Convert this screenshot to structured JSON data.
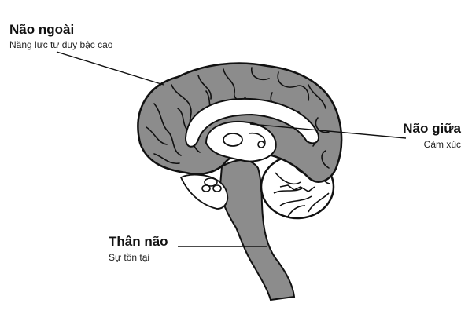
{
  "labels": {
    "outer_brain": {
      "title": "Não ngoài",
      "subtitle": "Năng lực tư duy bậc cao"
    },
    "middle_brain": {
      "title": "Não giữa",
      "subtitle": "Cảm xúc"
    },
    "brain_stem": {
      "title": "Thân não",
      "subtitle": "Sự tồn tại"
    }
  },
  "colors": {
    "brain_fill": "#8c8c8c",
    "outline": "#111111",
    "inner_fill": "#ffffff",
    "cerebellum_fill": "#ffffff"
  }
}
